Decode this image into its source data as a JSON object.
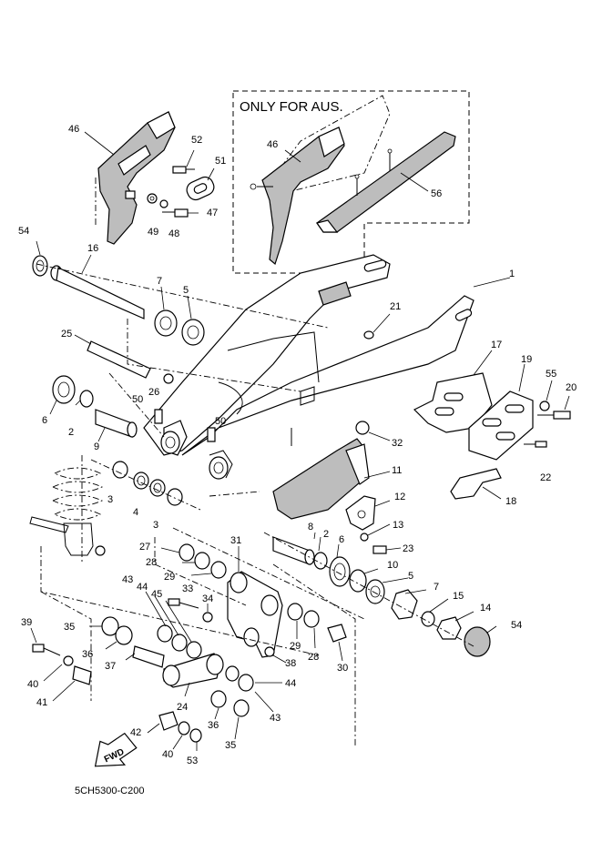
{
  "note": "ONLY FOR AUS.",
  "diagram_code": "5CH5300-C200",
  "fwd": "FWD",
  "labels": {
    "l1": "1",
    "l2a": "2",
    "l2b": "2",
    "l3a": "3",
    "l3b": "3",
    "l4": "4",
    "l5a": "5",
    "l5b": "5",
    "l6a": "6",
    "l6b": "6",
    "l7a": "7",
    "l7b": "7",
    "l8": "8",
    "l9": "9",
    "l10": "10",
    "l11": "11",
    "l12": "12",
    "l13": "13",
    "l14": "14",
    "l15": "15",
    "l16": "16",
    "l17": "17",
    "l18": "18",
    "l19": "19",
    "l20": "20",
    "l21": "21",
    "l22": "22",
    "l23": "23",
    "l24": "24",
    "l25": "25",
    "l26": "26",
    "l27": "27",
    "l28a": "28",
    "l28b": "28",
    "l29a": "29",
    "l29b": "29",
    "l30": "30",
    "l31": "31",
    "l32": "32",
    "l33": "33",
    "l34": "34",
    "l35a": "35",
    "l35b": "35",
    "l36a": "36",
    "l36b": "36",
    "l37": "37",
    "l38": "38",
    "l39": "39",
    "l40a": "40",
    "l40b": "40",
    "l41": "41",
    "l42": "42",
    "l43a": "43",
    "l43b": "43",
    "l44a": "44",
    "l44b": "44",
    "l45": "45",
    "l46a": "46",
    "l46b": "46",
    "l47": "47",
    "l48": "48",
    "l49": "49",
    "l50a": "50",
    "l50b": "50",
    "l51": "51",
    "l52": "52",
    "l53": "53",
    "l54a": "54",
    "l54b": "54",
    "l55": "55",
    "l56": "56"
  }
}
